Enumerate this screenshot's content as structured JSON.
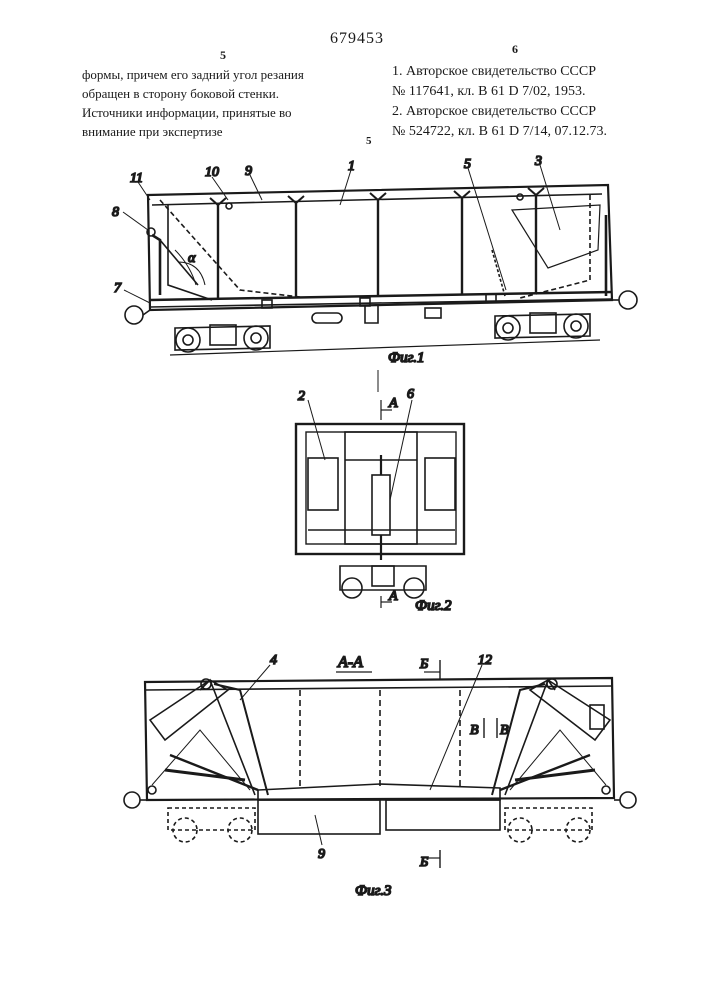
{
  "header": {
    "patent_number": "679453",
    "left_column_number": "5",
    "right_column_number": "6",
    "margin_line_number": "5"
  },
  "left_column": {
    "lines": [
      "формы, причем его задний угол резания",
      "обращен в сторону боковой стенки.",
      "    Источники информации, принятые во",
      "внимание при экспертизе"
    ]
  },
  "right_column": {
    "lines": [
      "  1. Авторское свидетельство СССР",
      "№ 117641, кл. В 61 D 7/02, 1953.",
      "  2. Авторское свидетельство СССР",
      "№ 524722, кл. В 61 D 7/14, 07.12.73."
    ]
  },
  "figures": {
    "fig1": {
      "caption": "Фиг.1",
      "labels": [
        "11",
        "10",
        "9",
        "1",
        "5",
        "3",
        "8",
        "7",
        "α"
      ]
    },
    "fig2": {
      "caption": "Фиг.2",
      "labels": [
        "2",
        "6",
        "А",
        "А"
      ]
    },
    "fig3": {
      "caption": "Фиг.3",
      "section_title": "А-А",
      "labels": [
        "4",
        "Б",
        "12",
        "В",
        "В",
        "9",
        "Б"
      ]
    }
  }
}
